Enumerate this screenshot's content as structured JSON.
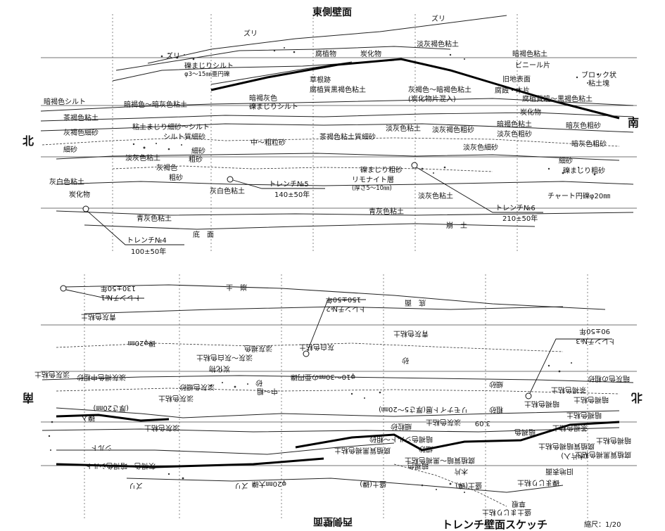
{
  "upper_panel": {
    "wall_title": "東側壁面",
    "side_left": "北",
    "side_right": "南",
    "layers": [
      {
        "id": "u1",
        "text": "ズリ"
      },
      {
        "id": "u2",
        "text": "ズリ"
      },
      {
        "id": "u3",
        "text": "ズリ"
      },
      {
        "id": "u4",
        "text": "礫まじりシルト"
      },
      {
        "id": "u5",
        "text": "φ3～15㎜亜円礫"
      },
      {
        "id": "u6",
        "text": "腐植物"
      },
      {
        "id": "u7",
        "text": "炭化物"
      },
      {
        "id": "u8",
        "text": "淡灰褐色粘土"
      },
      {
        "id": "u9",
        "text": "暗褐色粘土"
      },
      {
        "id": "u10",
        "text": "ビニール片"
      },
      {
        "id": "u11",
        "text": "ブロック状"
      },
      {
        "id": "u12",
        "text": "粘土塊"
      },
      {
        "id": "u13",
        "text": "旧地表面"
      },
      {
        "id": "u14",
        "text": "草根跡"
      },
      {
        "id": "u15",
        "text": "腐植質黒褐色粘土"
      },
      {
        "id": "u16",
        "text": "灰褐色～暗褐色粘土"
      },
      {
        "id": "u17",
        "text": "(炭化物片混入)"
      },
      {
        "id": "u18",
        "text": "腐蝕・木片"
      },
      {
        "id": "u19",
        "text": "腐植質暗～黒褐色粘土"
      },
      {
        "id": "u20",
        "text": "暗褐色シルト"
      },
      {
        "id": "u21",
        "text": "暗褐色～暗灰色粘土"
      },
      {
        "id": "u22",
        "text": "暗褐灰色"
      },
      {
        "id": "u23",
        "text": "礫まじりシルト"
      },
      {
        "id": "u24",
        "text": "炭化物"
      },
      {
        "id": "u25",
        "text": "茶褐色粘土"
      },
      {
        "id": "u26",
        "text": "粘土まじり細砂～シルト"
      },
      {
        "id": "u27",
        "text": "灰褐色細砂"
      },
      {
        "id": "u28",
        "text": "シルト質細砂"
      },
      {
        "id": "u29",
        "text": "淡灰色粘土"
      },
      {
        "id": "u30",
        "text": "淡灰褐色粗砂"
      },
      {
        "id": "u31",
        "text": "暗褐色粘土"
      },
      {
        "id": "u32",
        "text": "茶褐色粘土質細砂"
      },
      {
        "id": "u33",
        "text": "淡灰色粗砂"
      },
      {
        "id": "u34",
        "text": "暗灰色粗砂"
      },
      {
        "id": "u35",
        "text": "暗灰色粗砂"
      },
      {
        "id": "u36",
        "text": "中～粗粒砂"
      },
      {
        "id": "u37",
        "text": "淡灰色細砂"
      },
      {
        "id": "u38",
        "text": "細砂"
      },
      {
        "id": "u39",
        "text": "細砂"
      },
      {
        "id": "u40",
        "text": "淡灰色粘土"
      },
      {
        "id": "u41",
        "text": "灰褐色"
      },
      {
        "id": "u42",
        "text": "粗砂"
      },
      {
        "id": "u43",
        "text": "粗砂"
      },
      {
        "id": "u44",
        "text": "礫まじり粗砂"
      },
      {
        "id": "u45",
        "text": "リモナイト層"
      },
      {
        "id": "u46",
        "text": "(厚さ5～10㎜)"
      },
      {
        "id": "u47",
        "text": "細砂"
      },
      {
        "id": "u48",
        "text": "礫まじり粗砂"
      },
      {
        "id": "u49",
        "text": "灰白色粘土"
      },
      {
        "id": "u50",
        "text": "灰白色粘土"
      },
      {
        "id": "u51",
        "text": "淡灰色粘土"
      },
      {
        "id": "u52",
        "text": "チャート円礫φ20㎜"
      },
      {
        "id": "u53",
        "text": "炭化物"
      },
      {
        "id": "u54",
        "text": "青灰色粘土"
      },
      {
        "id": "u55",
        "text": "青灰色粘土"
      },
      {
        "id": "u56",
        "text": "崩　土"
      },
      {
        "id": "u57",
        "text": "底　面"
      }
    ],
    "trenches": [
      {
        "id": "t4",
        "label": "トレンチ№4",
        "date": "100±50年"
      },
      {
        "id": "t5",
        "label": "トレンチ№5",
        "date": "140±50年"
      },
      {
        "id": "t6",
        "label": "トレンチ№6",
        "date": "210±50年"
      }
    ]
  },
  "lower_panel": {
    "wall_title": "西側壁面",
    "side_left": "北",
    "side_right": "南",
    "layers": [
      {
        "id": "l1",
        "text": "崩　土"
      },
      {
        "id": "l2",
        "text": "底　面"
      },
      {
        "id": "l3",
        "text": "青灰色粘土"
      },
      {
        "id": "l4",
        "text": "青灰色粘土"
      },
      {
        "id": "l5",
        "text": "灰白色粘土"
      },
      {
        "id": "l6",
        "text": "礫φ20㎜"
      },
      {
        "id": "l7",
        "text": "淡灰褐色"
      },
      {
        "id": "l8",
        "text": "淡灰～灰白色粘土"
      },
      {
        "id": "l9",
        "text": "砂"
      },
      {
        "id": "l10",
        "text": "炭化物"
      },
      {
        "id": "l11",
        "text": "淡灰褐色中粗砂"
      },
      {
        "id": "l12",
        "text": "淡灰色粘土"
      },
      {
        "id": "l13",
        "text": "砂"
      },
      {
        "id": "l14",
        "text": "中～粗"
      },
      {
        "id": "l15",
        "text": "淡灰色細砂"
      },
      {
        "id": "l16",
        "text": "φ10～30㎜の亜円礫"
      },
      {
        "id": "l17",
        "text": "細砂"
      },
      {
        "id": "l18",
        "text": "暗灰色の粗砂"
      },
      {
        "id": "l19",
        "text": "淡灰色粘土"
      },
      {
        "id": "l20",
        "text": "茶褐色粘土"
      },
      {
        "id": "l21",
        "text": "暗褐色粘土"
      },
      {
        "id": "l22",
        "text": "粗砂"
      },
      {
        "id": "l23",
        "text": "リモナイト層(厚さ5～20㎜)"
      },
      {
        "id": "l24",
        "text": "(厚さ20㎜)"
      },
      {
        "id": "l25",
        "text": "細粒砂"
      },
      {
        "id": "l26",
        "text": "淡灰色粘土"
      },
      {
        "id": "l27",
        "text": "暗褐色粘土"
      },
      {
        "id": "l28",
        "text": "暗褐色粘土"
      },
      {
        "id": "l29",
        "text": "礫入"
      },
      {
        "id": "l30",
        "text": "淡灰色粘土"
      },
      {
        "id": "l31",
        "text": "暗褐色シルト～粗砂"
      },
      {
        "id": "l32",
        "text": "シルト"
      },
      {
        "id": "l33",
        "text": "茶褐色粘土"
      },
      {
        "id": "l34",
        "text": "3.09"
      },
      {
        "id": "l35",
        "text": "暗褐色"
      },
      {
        "id": "l36",
        "text": "腐植質黒褐色粘土"
      },
      {
        "id": "l37",
        "text": "細砂"
      },
      {
        "id": "l38",
        "text": "腐植質暗褐色粘土"
      },
      {
        "id": "l39",
        "text": "(木片入)"
      },
      {
        "id": "l40",
        "text": "腐植質暗～黒褐色粘土"
      },
      {
        "id": "l41",
        "text": "暗褐色"
      },
      {
        "id": "l42",
        "text": "木片"
      },
      {
        "id": "l43",
        "text": "旧地表面"
      },
      {
        "id": "l44",
        "text": "灰褐色～暗褐色シルト"
      },
      {
        "id": "l45",
        "text": "礫まじり粘土"
      },
      {
        "id": "l46",
        "text": "ズリ"
      },
      {
        "id": "l47",
        "text": "ズリ"
      },
      {
        "id": "l48",
        "text": "φ20㎜大礫"
      },
      {
        "id": "l49",
        "text": "盛土(礫)"
      },
      {
        "id": "l50",
        "text": "盛土(礫)"
      },
      {
        "id": "l51",
        "text": "草根"
      },
      {
        "id": "l52",
        "text": "盛土まじり粘土"
      },
      {
        "id": "l53",
        "text": "暗褐色粘土"
      },
      {
        "id": "l54",
        "text": "腐植質黒褐色粘土"
      }
    ],
    "trenches": [
      {
        "id": "t1",
        "label": "トレンチ№1",
        "date": "130±50年"
      },
      {
        "id": "t2",
        "label": "トレンチ№2",
        "date": "150±50年"
      },
      {
        "id": "t3",
        "label": "トレンチ№3",
        "date": "90±50年"
      }
    ]
  },
  "caption": {
    "title": "トレンチ壁面スケッチ",
    "scale": "縮尺：1/20"
  }
}
